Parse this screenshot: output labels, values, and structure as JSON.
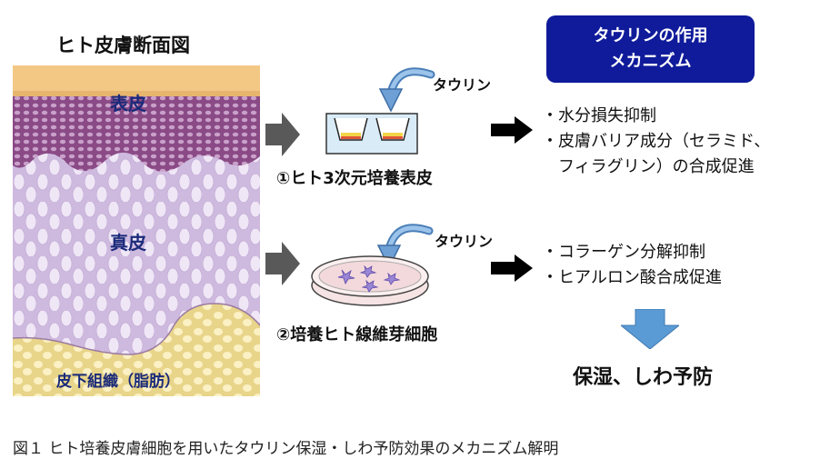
{
  "skin": {
    "title": "ヒト皮膚断面図",
    "epidermis": "表皮",
    "dermis": "真皮",
    "subcutis": "皮下組織（脂肪）"
  },
  "taurine": "タウリン",
  "model1": {
    "label": "①ヒト3次元培養表皮"
  },
  "model2": {
    "label": "②培養ヒト線維芽細胞"
  },
  "mechanism": {
    "line1": "タウリンの作用",
    "line2": "メカニズム"
  },
  "effects1": [
    "・水分損失抑制",
    "・皮膚バリア成分（セラミド、",
    "　フィラグリン）の合成促進"
  ],
  "effects2": [
    "・コラーゲン分解抑制",
    "・ヒアルロン酸合成促進"
  ],
  "result": "保湿、しわ予防",
  "caption": "図１ ヒト培養皮膚細胞を用いたタウリン保湿・しわ予防効果のメカニズム解明",
  "colors": {
    "mechanism_box": "#0f1b9a",
    "down_arrow": "#5b9bd5",
    "gray_arrow": "#595959",
    "epidermis": "#8a4a86",
    "dermis": "#d7c6e6",
    "fat": "#f4e6a6"
  }
}
